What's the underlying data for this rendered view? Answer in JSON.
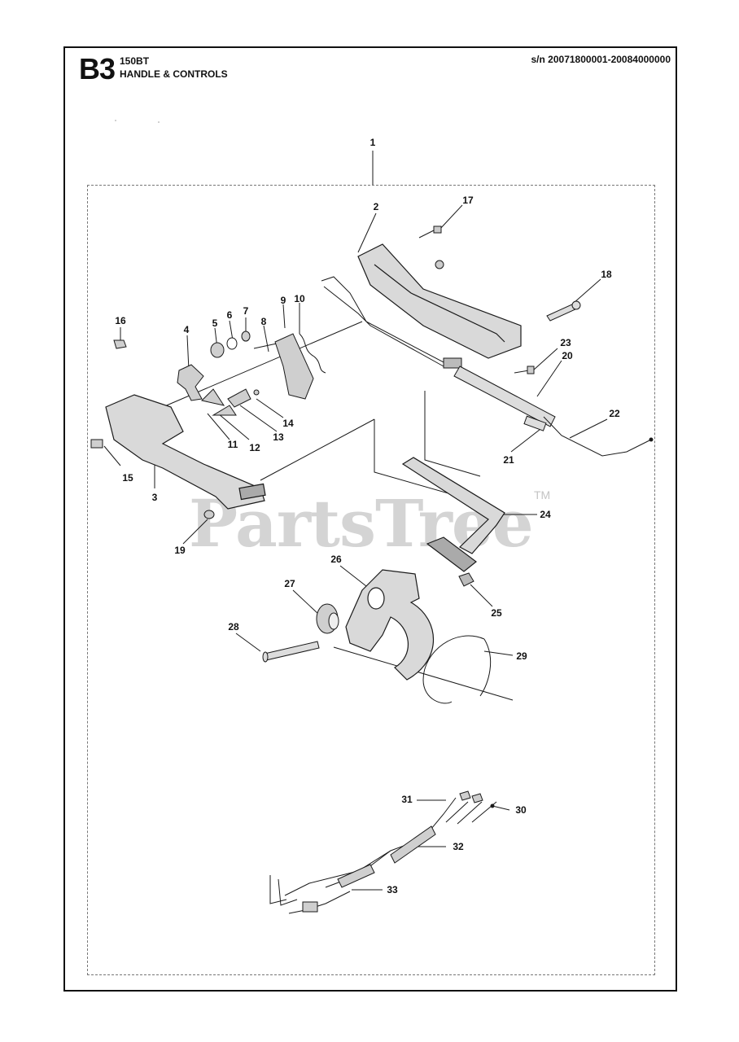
{
  "header": {
    "section_code": "B3",
    "model": "150BT",
    "title": "HANDLE & CONTROLS",
    "serial_range": "s/n 20071800001-20084000000"
  },
  "watermark": {
    "text": "PartsTree",
    "tm": "TM"
  },
  "callouts": [
    "1",
    "2",
    "3",
    "4",
    "5",
    "6",
    "7",
    "8",
    "9",
    "10",
    "11",
    "12",
    "13",
    "14",
    "15",
    "16",
    "17",
    "18",
    "19",
    "20",
    "21",
    "22",
    "23",
    "24",
    "25",
    "26",
    "27",
    "28",
    "29",
    "30",
    "31",
    "32",
    "33"
  ],
  "colors": {
    "line": "#1a1a1a",
    "part_fill": "#d9d9d9",
    "part_shadow": "#8a8a8a",
    "watermark": "#d4d4d4"
  }
}
